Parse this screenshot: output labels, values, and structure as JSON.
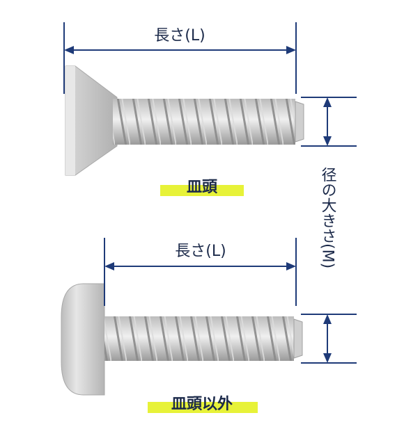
{
  "countersunk": {
    "length_label": "長さ(L)",
    "caption": "皿頭"
  },
  "pan_head": {
    "length_label": "長さ(L)",
    "caption": "皿頭以外"
  },
  "diameter_label": "径の大きさ(M)",
  "colors": {
    "dimension_line": "#1e3a78",
    "caption_highlight": "#e7f238",
    "screw_metal": "#c8c8c8",
    "text": "#1c2a4a"
  }
}
